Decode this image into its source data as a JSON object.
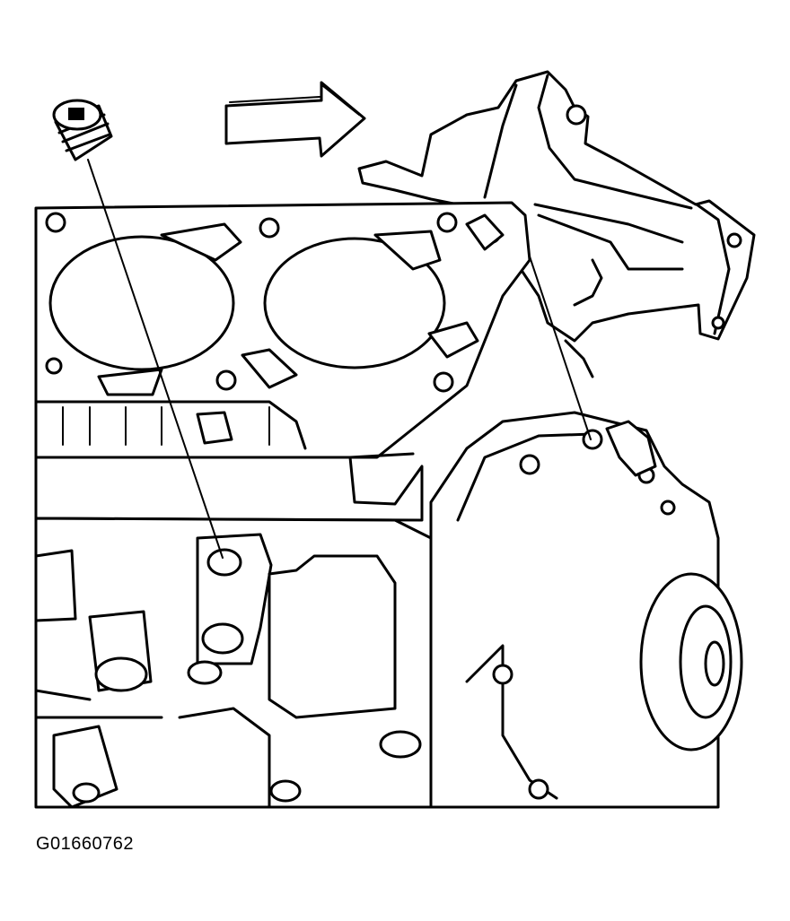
{
  "figure": {
    "id_label": "G01660762",
    "colors": {
      "ink": "#000000",
      "paper": "#ffffff"
    }
  },
  "callouts": [
    {
      "part": "plug",
      "icon": "threaded-plug-icon"
    },
    {
      "part": "arrow",
      "icon": "direction-arrow-icon"
    }
  ]
}
